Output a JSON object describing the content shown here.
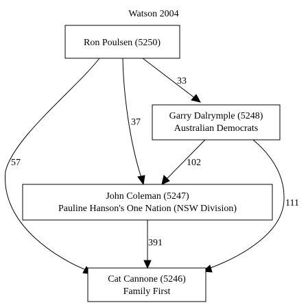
{
  "graph": {
    "title": "Watson 2004",
    "nodes": {
      "ron_poulsen": {
        "line1": "Ron Poulsen (5250)"
      },
      "garry_dalrymple": {
        "line1": "Garry Dalrymple (5248)",
        "line2": "Australian Democrats"
      },
      "john_coleman": {
        "line1": "John Coleman (5247)",
        "line2": "Pauline Hanson's One Nation (NSW Division)"
      },
      "cat_cannone": {
        "line1": "Cat Cannone (5246)",
        "line2": "Family First"
      }
    },
    "edges": {
      "ron_to_garry": {
        "from": "Ron Poulsen (5250)",
        "to": "Garry Dalrymple (5248)",
        "label": "33"
      },
      "ron_to_john": {
        "from": "Ron Poulsen (5250)",
        "to": "John Coleman (5247)",
        "label": "37"
      },
      "ron_to_cat": {
        "from": "Ron Poulsen (5250)",
        "to": "Cat Cannone (5246)",
        "label": "57"
      },
      "garry_to_john": {
        "from": "Garry Dalrymple (5248)",
        "to": "John Coleman (5247)",
        "label": "102"
      },
      "garry_to_cat": {
        "from": "Garry Dalrymple (5248)",
        "to": "Cat Cannone (5246)",
        "label": "111"
      },
      "john_to_cat": {
        "from": "John Coleman (5247)",
        "to": "Cat Cannone (5246)",
        "label": "391"
      }
    }
  }
}
